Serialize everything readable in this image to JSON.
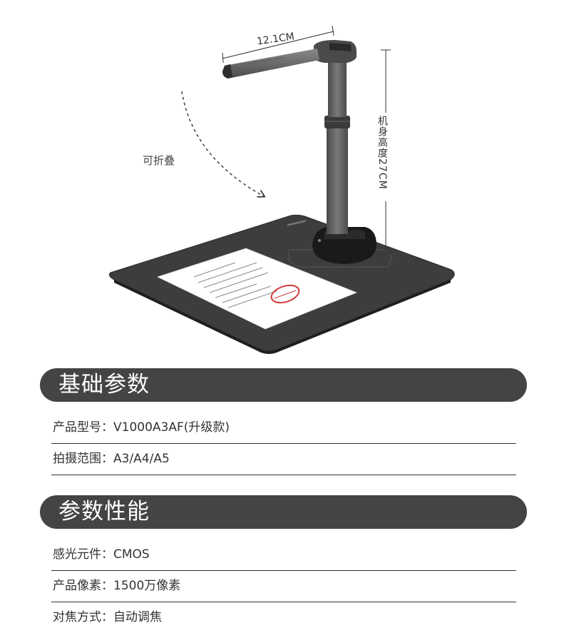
{
  "product_image": {
    "width_dimension": "12.1CM",
    "height_dimension": "机身高度27CM",
    "foldable_label": "可折叠"
  },
  "sections": [
    {
      "title": "基础参数",
      "rows": [
        {
          "key": "产品型号",
          "value": "V1000A3AF(升级款)"
        },
        {
          "key": "拍摄范围",
          "value": "A3/A4/A5"
        }
      ]
    },
    {
      "title": "参数性能",
      "rows": [
        {
          "key": "感光元件",
          "value": "CMOS"
        },
        {
          "key": "产品像素",
          "value": "1500万像素"
        },
        {
          "key": "对焦方式",
          "value": "自动调焦"
        }
      ]
    }
  ],
  "separator": "："
}
